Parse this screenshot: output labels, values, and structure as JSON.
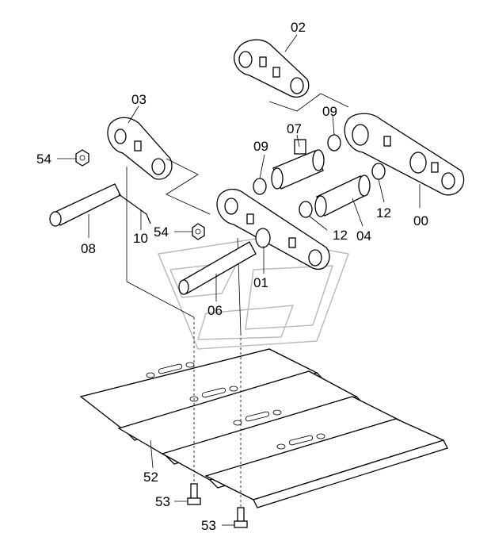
{
  "callouts": [
    {
      "id": "c00",
      "text": "00"
    },
    {
      "id": "c01",
      "text": "01"
    },
    {
      "id": "c02",
      "text": "02"
    },
    {
      "id": "c03",
      "text": "03"
    },
    {
      "id": "c04",
      "text": "04"
    },
    {
      "id": "c06",
      "text": "06"
    },
    {
      "id": "c07",
      "text": "07"
    },
    {
      "id": "c08",
      "text": "08"
    },
    {
      "id": "c09a",
      "text": "09"
    },
    {
      "id": "c09b",
      "text": "09"
    },
    {
      "id": "c10",
      "text": "10"
    },
    {
      "id": "c12a",
      "text": "12"
    },
    {
      "id": "c12b",
      "text": "12"
    },
    {
      "id": "c52",
      "text": "52"
    },
    {
      "id": "c53a",
      "text": "53"
    },
    {
      "id": "c53b",
      "text": "53"
    },
    {
      "id": "c54a",
      "text": "54"
    },
    {
      "id": "c54b",
      "text": "54"
    }
  ]
}
